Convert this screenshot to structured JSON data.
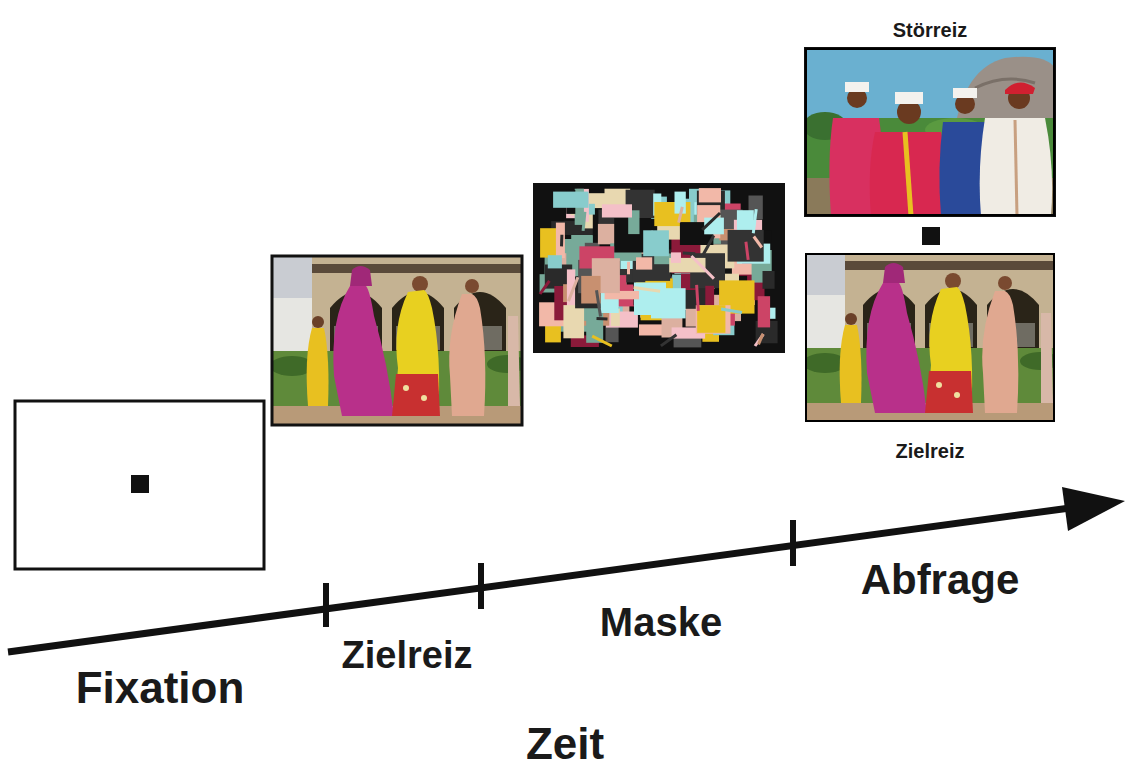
{
  "diagram": {
    "nodes": [
      {
        "text": [
          "Störreiz"
        ]
      },
      {
        "text": [
          "Zielreiz"
        ]
      }
    ],
    "labels": [
      "Fixation",
      "Zielreiz",
      "Maske",
      "Abfrage",
      "Zeit"
    ]
  }
}
